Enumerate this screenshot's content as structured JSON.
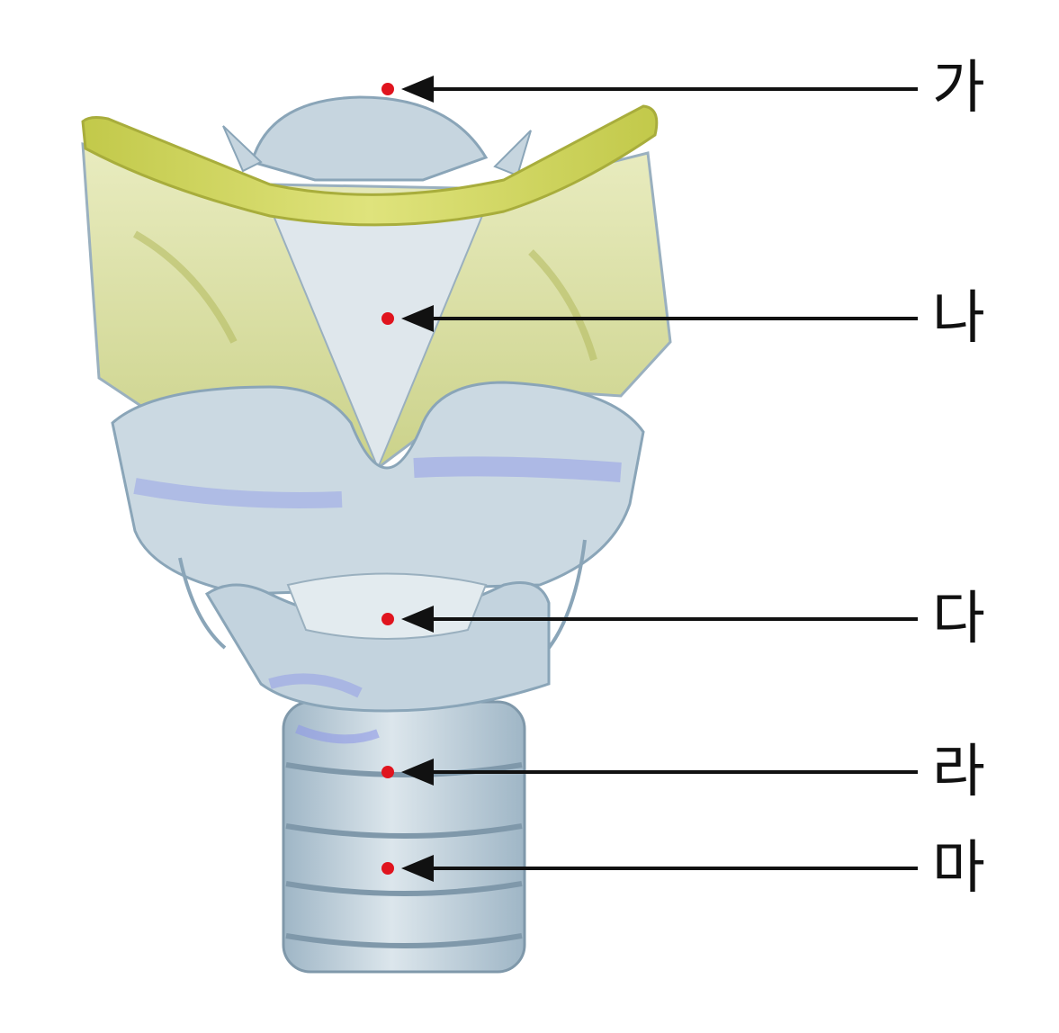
{
  "labels": [
    {
      "id": "ga",
      "text": "가"
    },
    {
      "id": "na",
      "text": "나"
    },
    {
      "id": "da",
      "text": "다"
    },
    {
      "id": "ra",
      "text": "라"
    },
    {
      "id": "ma",
      "text": "마"
    }
  ],
  "colors": {
    "marker": "#e0141e",
    "arrow": "#111111",
    "cartilage_blue": "#c9d8e2",
    "cartilage_shadow": "#8aa5b8",
    "thyroid_yellow": "#d6db8a",
    "rim_yellow": "#c9cf55",
    "highlight_violet": "#8f9ae8"
  }
}
